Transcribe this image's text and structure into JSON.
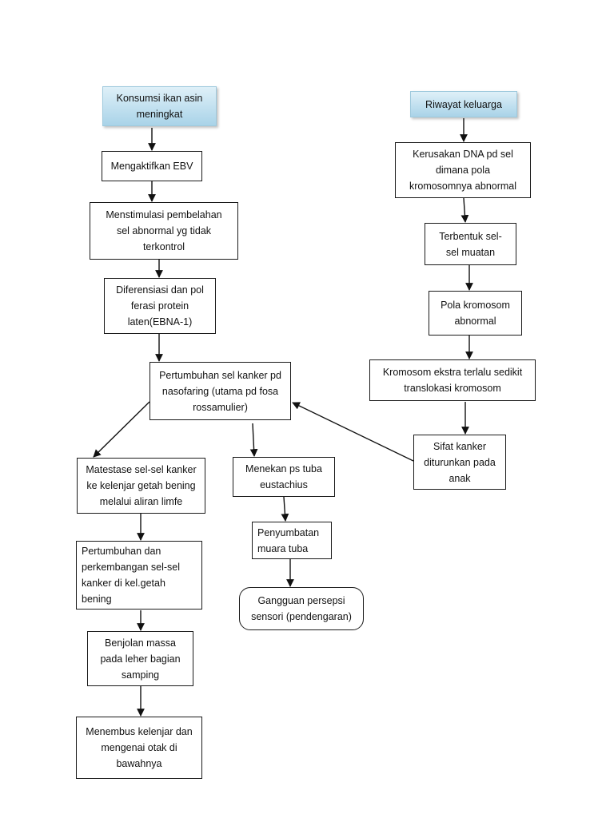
{
  "nodes": {
    "konsumsi": "Konsumsi ikan asin\nmeningkat",
    "ebv": "Mengaktifkan EBV",
    "stimulasi": "Menstimulasi pembelahan\nsel abnormal yg tidak\nterkontrol",
    "diferensiasi": "Diferensiasi dan pol\nferasi protein\nlaten(EBNA-1)",
    "pertumbuhan_kanker": "Pertumbuhan sel kanker pd\nnasofaring (utama pd fosa\nrossamulier)",
    "metastase": "Matestase sel-sel kanker\nke kelenjar getah bening\nmelalui aliran limfe",
    "pertumbuhan_kgb": "Pertumbuhan dan\nperkembangan sel-sel\nkanker  di kel.getah\nbening",
    "benjolan": "Benjolan massa\npada leher bagian\nsamping",
    "menembus": "Menembus kelenjar dan\nmengenai otak di\nbawahnya",
    "menekan": "Menekan ps tuba\neustachius",
    "penyumbatan": "Penyumbatan\nmuara tuba",
    "gangguan": "Gangguan persepsi\nsensori (pendengaran)",
    "riwayat": "Riwayat keluarga",
    "kerusakan": "Kerusakan DNA pd sel\ndimana pola\nkromosomnya abnormal",
    "terbentuk": "Terbentuk sel-\nsel  muatan",
    "pola": "Pola kromosom\nabnormal",
    "kromosom_ekstra": "Kromosom ekstra terlalu sedikit\ntranslokasi kromosom",
    "sifat": "Sifat kanker\nditurunkan pada\nanak"
  }
}
